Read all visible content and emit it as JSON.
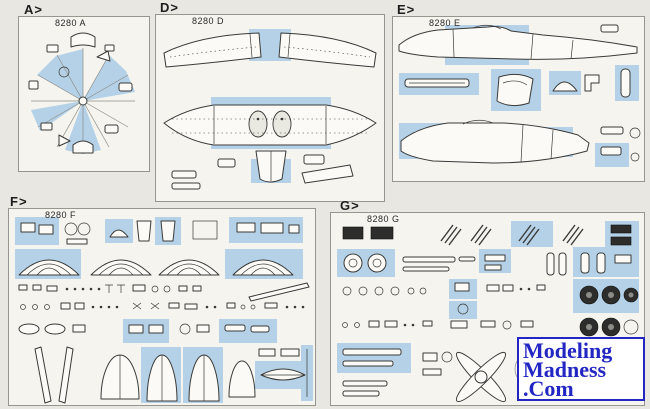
{
  "panels": {
    "a": {
      "label": "A>",
      "code": "8280 A"
    },
    "d": {
      "label": "D>",
      "code": "8280 D"
    },
    "e": {
      "label": "E>",
      "code": "8280 E"
    },
    "f": {
      "label": "F>",
      "code": "8280 F"
    },
    "g": {
      "label": "G>",
      "code": "8280 G"
    }
  },
  "watermark": {
    "line1": "Modeling",
    "line2": "Madness",
    "line3": ".Com"
  },
  "colors": {
    "paper": "#e8e7e2",
    "panel": "#f5f4ef",
    "highlight": "#b4d1e7",
    "line": "#96968e",
    "ink": "#3a3a38",
    "dark": "#2d2d2b",
    "brand": "#2326c3"
  }
}
